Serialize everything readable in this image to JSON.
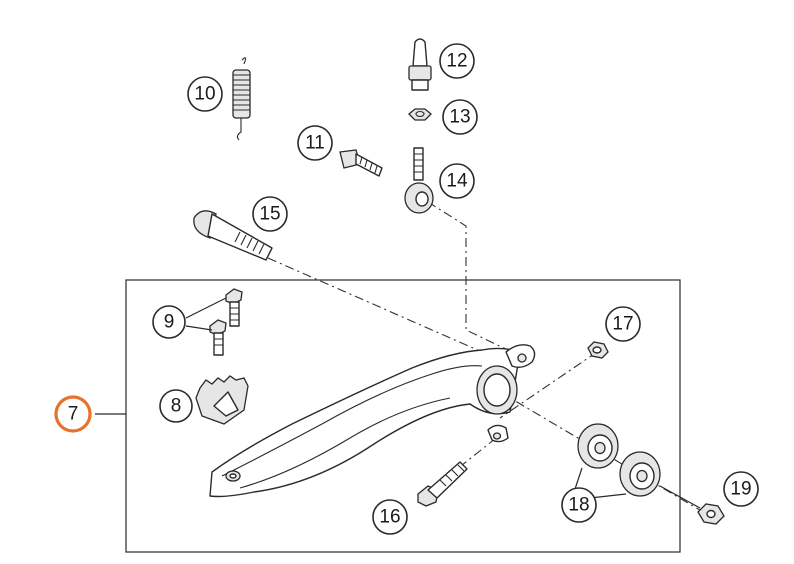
{
  "callouts": {
    "c7": "7",
    "c8": "8",
    "c9": "9",
    "c10": "10",
    "c11": "11",
    "c12": "12",
    "c13": "13",
    "c14": "14",
    "c15": "15",
    "c16": "16",
    "c17": "17",
    "c18": "18",
    "c19": "19"
  },
  "highlight_color": "#e8722a"
}
